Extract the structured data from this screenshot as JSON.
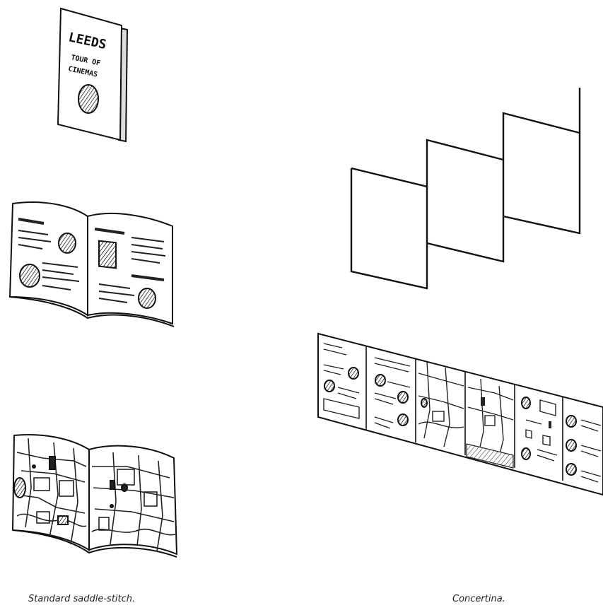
{
  "cover": {
    "title": "LEEDS",
    "line2": "TOUR OF",
    "line3": "CINEMAS"
  },
  "captions": {
    "left": "Standard saddle-stitch.",
    "right": "Concertina."
  }
}
